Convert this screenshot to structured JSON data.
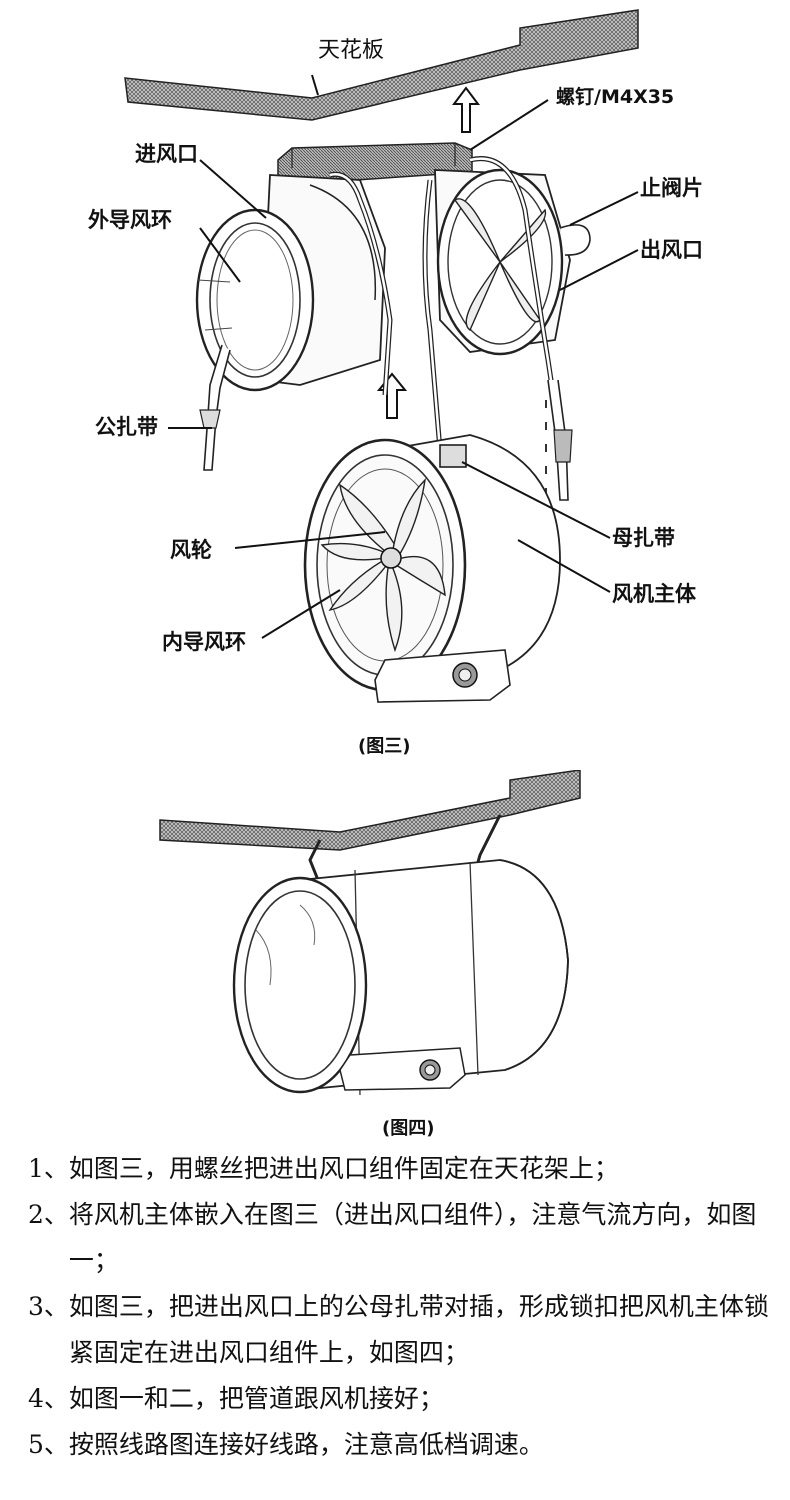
{
  "figure3": {
    "caption": "(图三)",
    "labels": {
      "ceiling": "天花板",
      "screw": "螺钉/M4X35",
      "inlet": "进风口",
      "outer_guide_ring": "外导风环",
      "check_valve": "止阀片",
      "outlet": "出风口",
      "male_strap": "公扎带",
      "impeller": "风轮",
      "female_strap": "母扎带",
      "fan_body": "风机主体",
      "inner_guide_ring": "内导风环"
    }
  },
  "figure4": {
    "caption": "(图四)"
  },
  "instructions": [
    {
      "num": "1、",
      "text": "如图三，用螺丝把进出风口组件固定在天花架上；"
    },
    {
      "num": "2、",
      "text": "将风机主体嵌入在图三（进出风口组件），注意气流方向，如图一；"
    },
    {
      "num": "3、",
      "text": "如图三，把进出风口上的公母扎带对插，形成锁扣把风机主体锁紧固定在进出风口组件上，如图四；"
    },
    {
      "num": "4、",
      "text": "如图一和二，把管道跟风机接好；"
    },
    {
      "num": "5、",
      "text": "按照线路图连接好线路，注意高低档调速。"
    }
  ]
}
